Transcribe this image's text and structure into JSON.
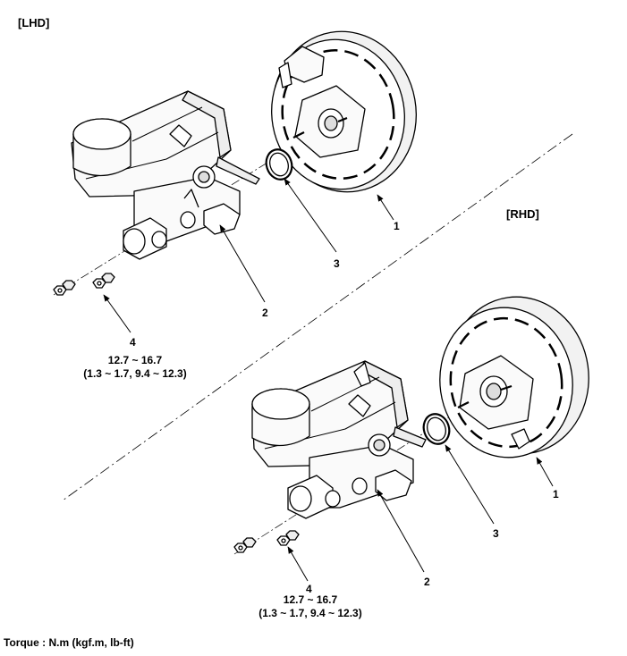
{
  "sections": {
    "lhd": "[LHD]",
    "rhd": "[RHD]"
  },
  "lhd": {
    "callouts": {
      "booster": "1",
      "master_cylinder": "2",
      "o_ring": "3",
      "nut": "4"
    },
    "torque_value": "12.7 ~ 16.7",
    "torque_conversion": "(1.3 ~ 1.7, 9.4 ~ 12.3)"
  },
  "rhd": {
    "callouts": {
      "booster": "1",
      "master_cylinder": "2",
      "o_ring": "3",
      "nut": "4"
    },
    "torque_value": "12.7 ~ 16.7",
    "torque_conversion": "(1.3 ~ 1.7, 9.4 ~ 12.3)"
  },
  "footer": {
    "torque_units": "Torque : N.m (kgf.m, lb-ft)"
  },
  "colors": {
    "line": "#000000",
    "background": "#ffffff",
    "shade": "#eeeeee"
  }
}
